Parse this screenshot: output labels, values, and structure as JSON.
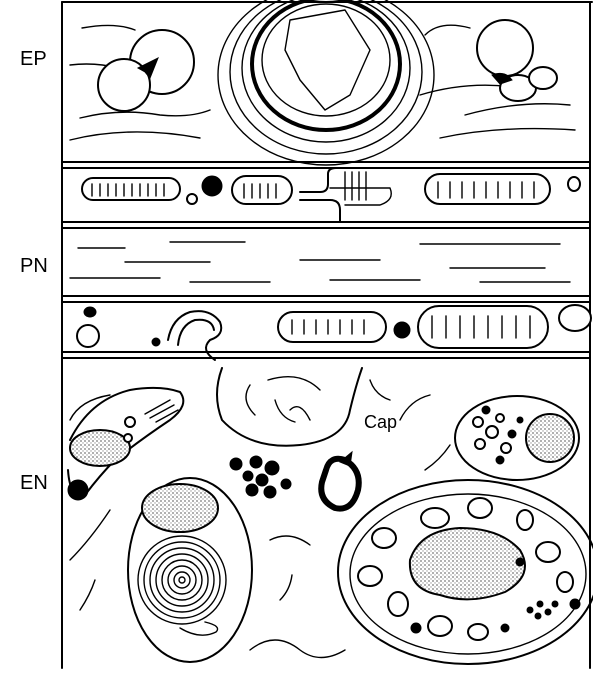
{
  "labels": {
    "epithelium": "EP",
    "propria": "PN",
    "endoneurium": "EN",
    "capillary": "Cap"
  }
}
